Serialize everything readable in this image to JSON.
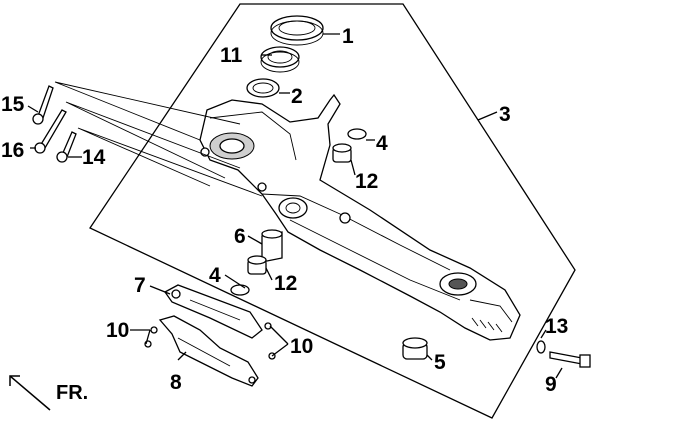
{
  "diagram": {
    "callouts": [
      {
        "id": "c1",
        "text": "1"
      },
      {
        "id": "c11",
        "text": "11"
      },
      {
        "id": "c2",
        "text": "2"
      },
      {
        "id": "c3",
        "text": "3"
      },
      {
        "id": "c4a",
        "text": "4"
      },
      {
        "id": "c12a",
        "text": "12"
      },
      {
        "id": "c6",
        "text": "6"
      },
      {
        "id": "c4b",
        "text": "4"
      },
      {
        "id": "c12b",
        "text": "12"
      },
      {
        "id": "c7",
        "text": "7"
      },
      {
        "id": "c10a",
        "text": "10"
      },
      {
        "id": "c10b",
        "text": "10"
      },
      {
        "id": "c8",
        "text": "8"
      },
      {
        "id": "c5",
        "text": "5"
      },
      {
        "id": "c13",
        "text": "13"
      },
      {
        "id": "c9",
        "text": "9"
      },
      {
        "id": "c15",
        "text": "15"
      },
      {
        "id": "c16",
        "text": "16"
      },
      {
        "id": "c14",
        "text": "14"
      }
    ],
    "direction_label": "FR."
  }
}
